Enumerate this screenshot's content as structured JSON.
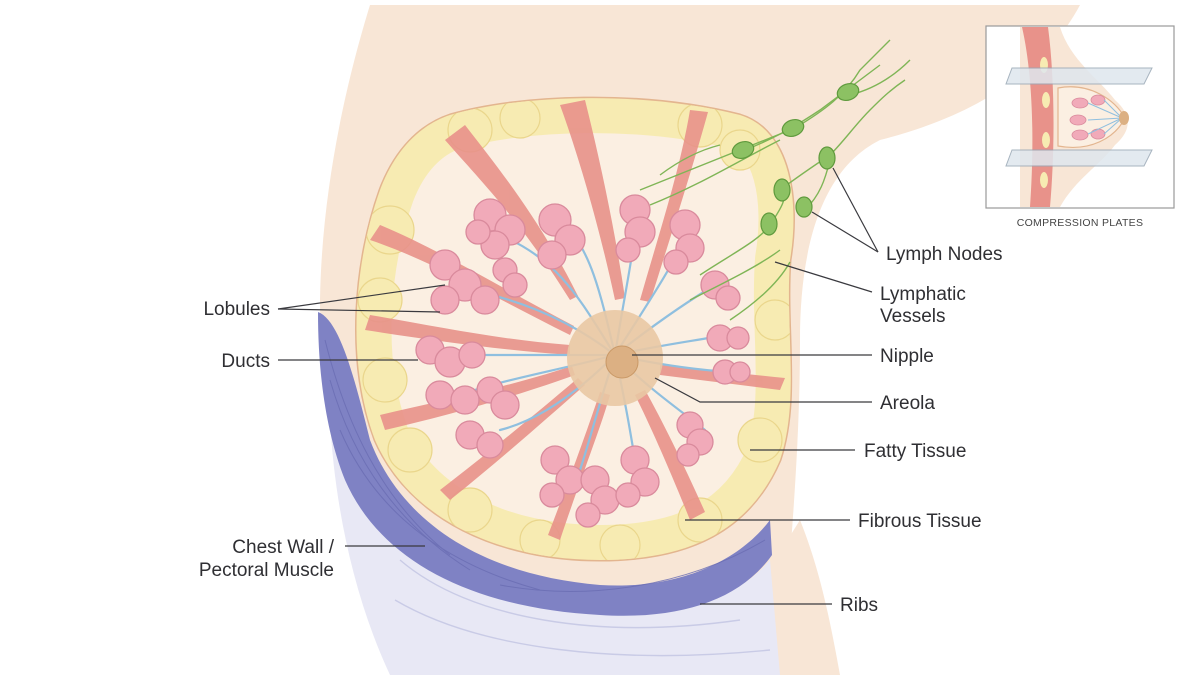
{
  "labels": {
    "lobules": "Lobules",
    "ducts": "Ducts",
    "chest_wall_line1": "Chest Wall /",
    "chest_wall_line2": "Pectoral Muscle",
    "lymph_nodes": "Lymph Nodes",
    "lymphatic_vessels_line1": "Lymphatic",
    "lymphatic_vessels_line2": "Vessels",
    "nipple": "Nipple",
    "areola": "Areola",
    "fatty_tissue": "Fatty Tissue",
    "fibrous_tissue": "Fibrous Tissue",
    "ribs": "Ribs"
  },
  "inset": {
    "caption": "COMPRESSION PLATES"
  },
  "colors": {
    "skin": "#f8e6d6",
    "skin_outline": "#e3b58f",
    "fat": "#f7ebb2",
    "fibrous": "#e8928a",
    "lobule": "#f1aab9",
    "duct": "#8fbfdf",
    "areola": "#e9c8a4",
    "lymph": "#8cc163",
    "muscle": "#7f82c4",
    "ribs": "#e8e8f5"
  }
}
